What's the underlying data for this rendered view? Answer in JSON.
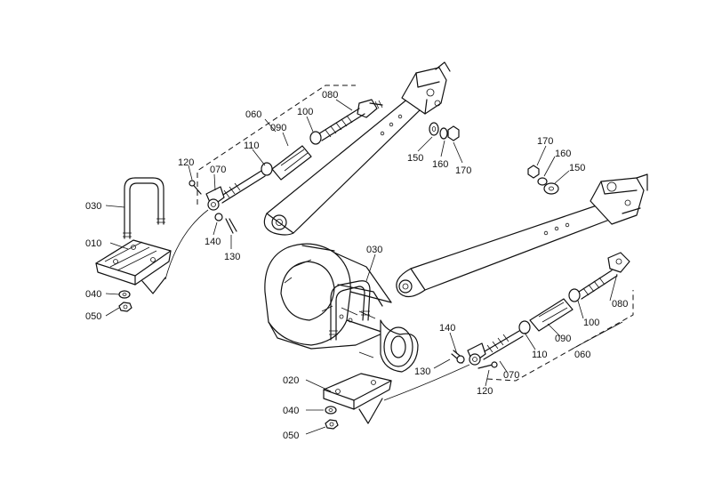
{
  "callouts": {
    "c010": "010",
    "c020": "020",
    "c030_left": "030",
    "c030_center": "030",
    "c040_left": "040",
    "c040_right": "040",
    "c050_left": "050",
    "c050_right": "050",
    "c060_top": "060",
    "c060_bottom": "060",
    "c070_top": "070",
    "c070_bottom": "070",
    "c080_top": "080",
    "c080_bottom": "080",
    "c090_top": "090",
    "c090_bottom": "090",
    "c100_top": "100",
    "c100_bottom": "100",
    "c110_top": "110",
    "c110_bottom": "110",
    "c120_top": "120",
    "c120_bottom": "120",
    "c130_top": "130",
    "c130_bottom": "130",
    "c140_top": "140",
    "c140_bottom": "140",
    "c150_left": "150",
    "c150_right": "150",
    "c160_left": "160",
    "c160_right": "160",
    "c170_left": "170",
    "c170_right": "170"
  }
}
